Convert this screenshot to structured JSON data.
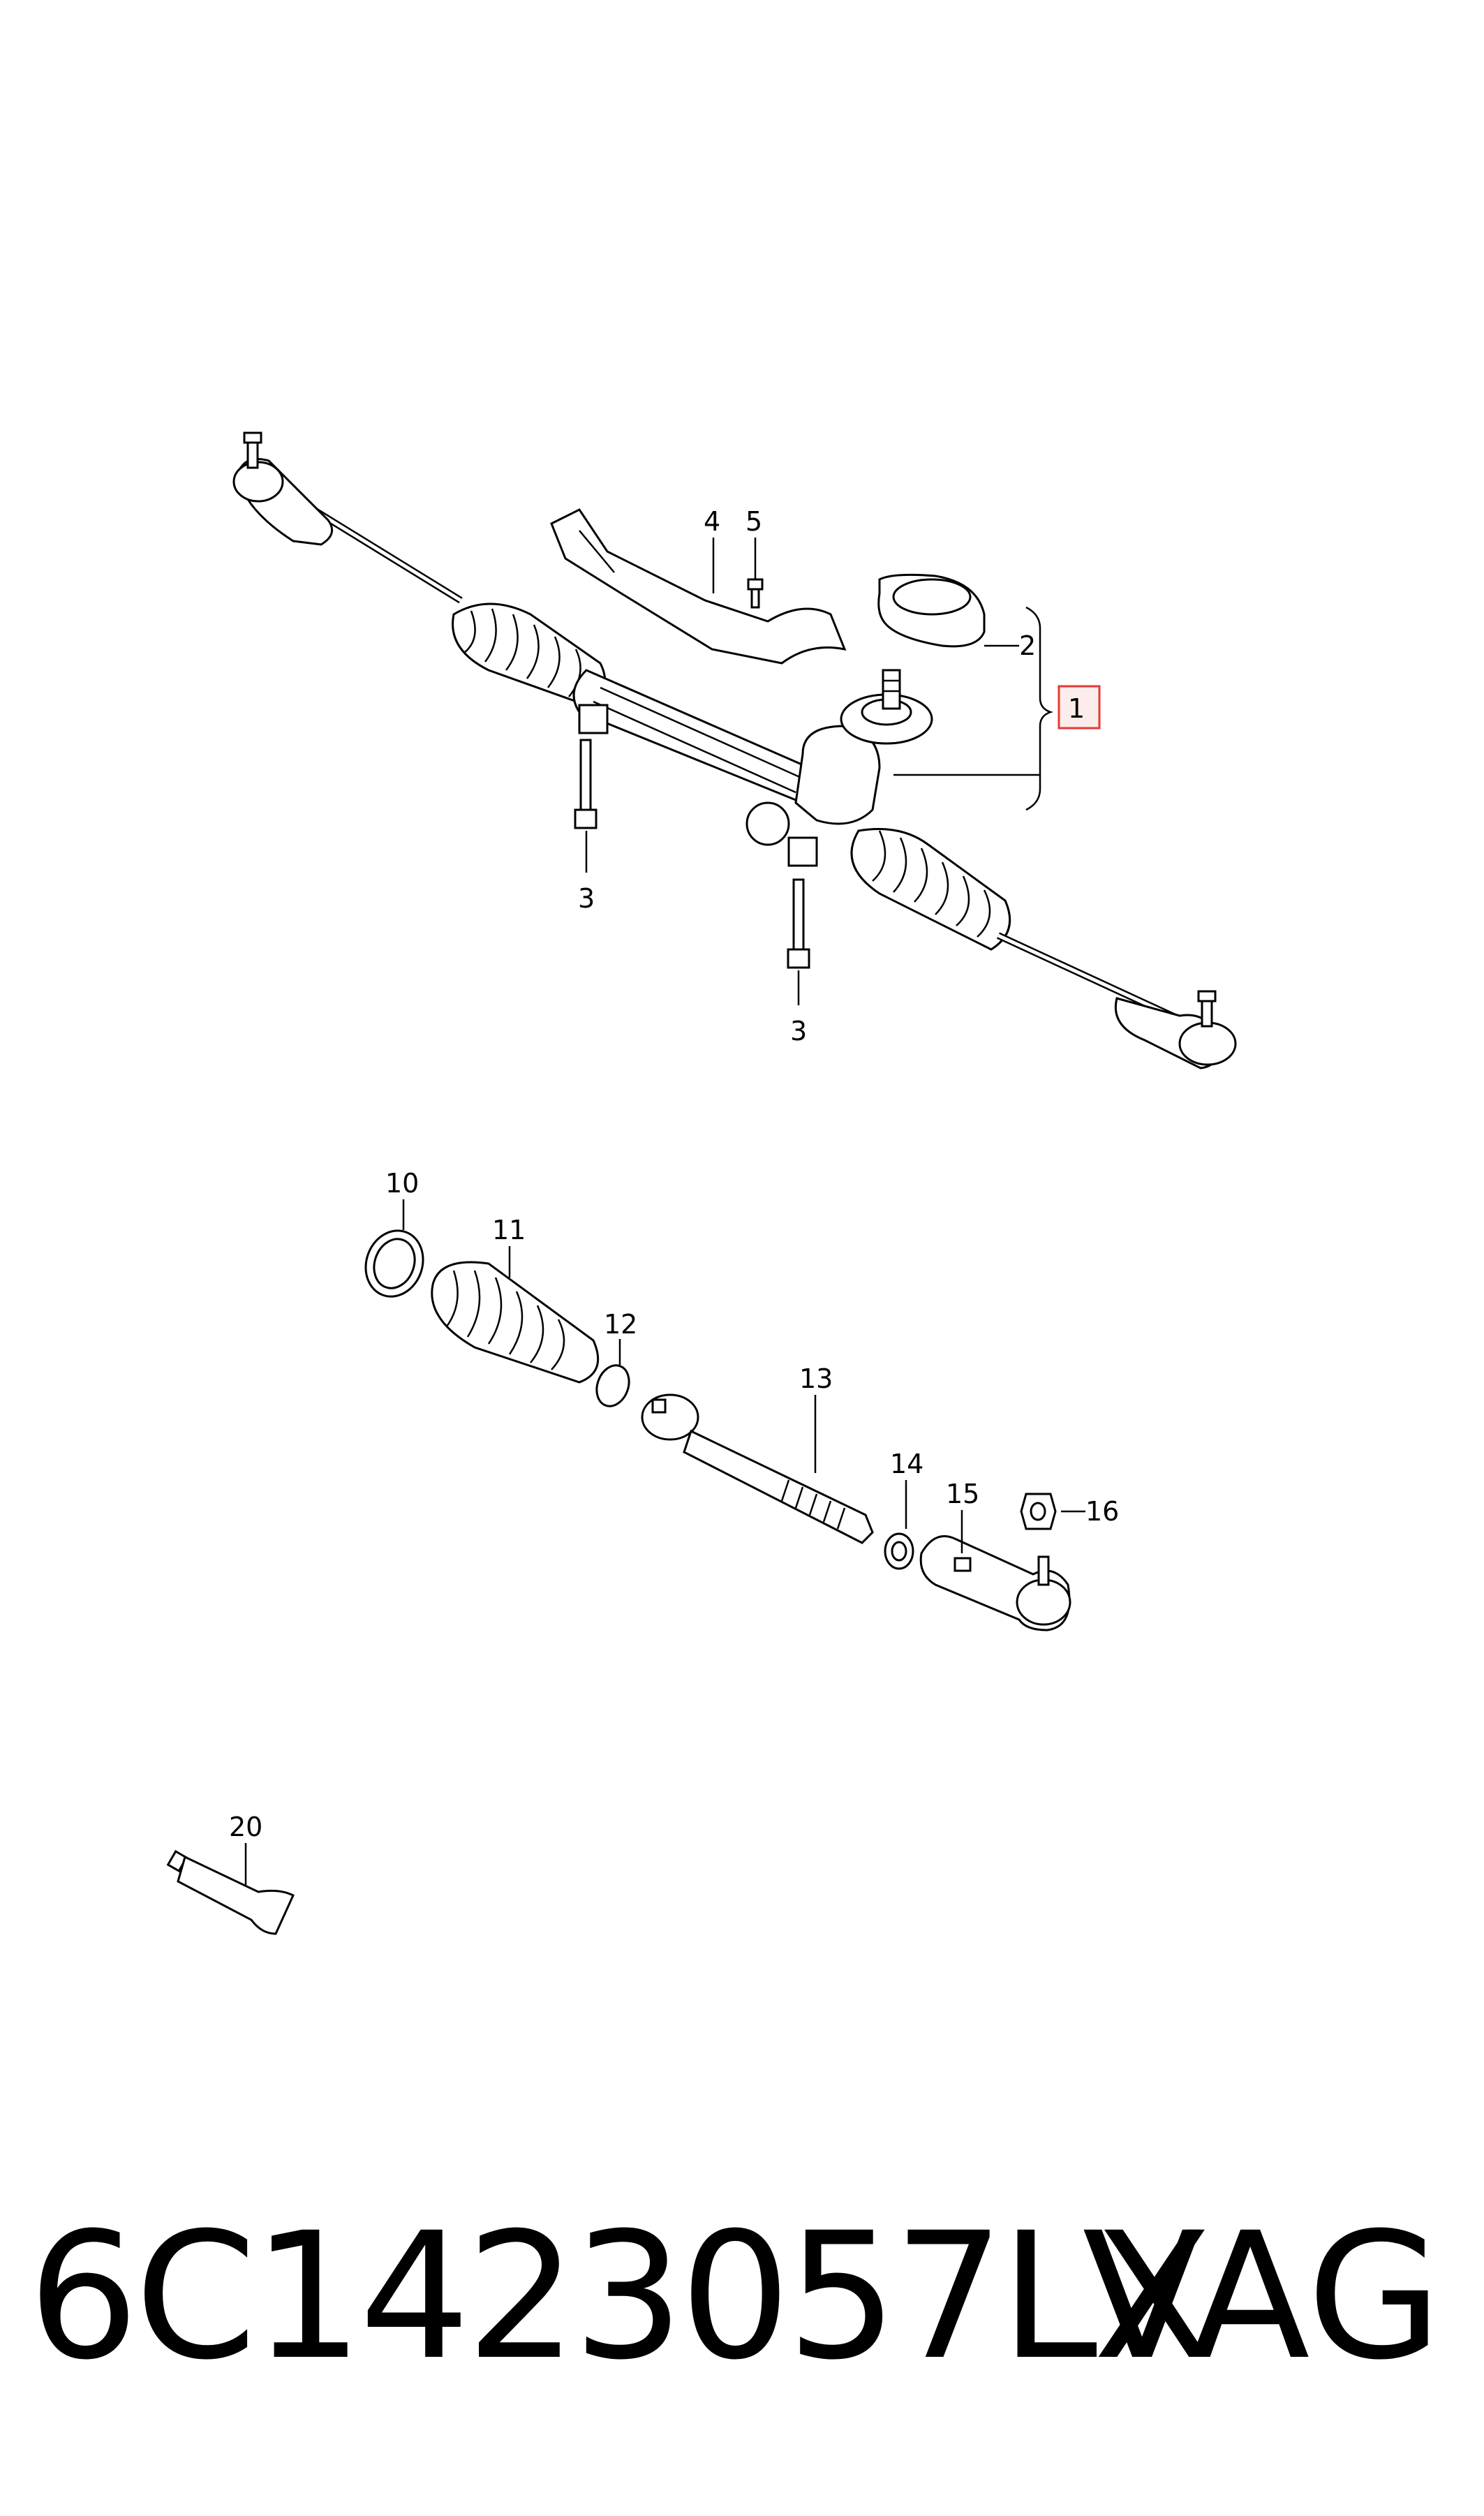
{
  "callouts": {
    "c1": "1",
    "c2": "2",
    "c3a": "3",
    "c3b": "3",
    "c4": "4",
    "c5": "5",
    "c10": "10",
    "c11": "11",
    "c12": "12",
    "c13": "13",
    "c14": "14",
    "c15": "15",
    "c16": "16",
    "c20": "20"
  },
  "highlight_color": "#e53935",
  "footer": {
    "part_number": "6C1423057LX",
    "brand": "VAG"
  }
}
